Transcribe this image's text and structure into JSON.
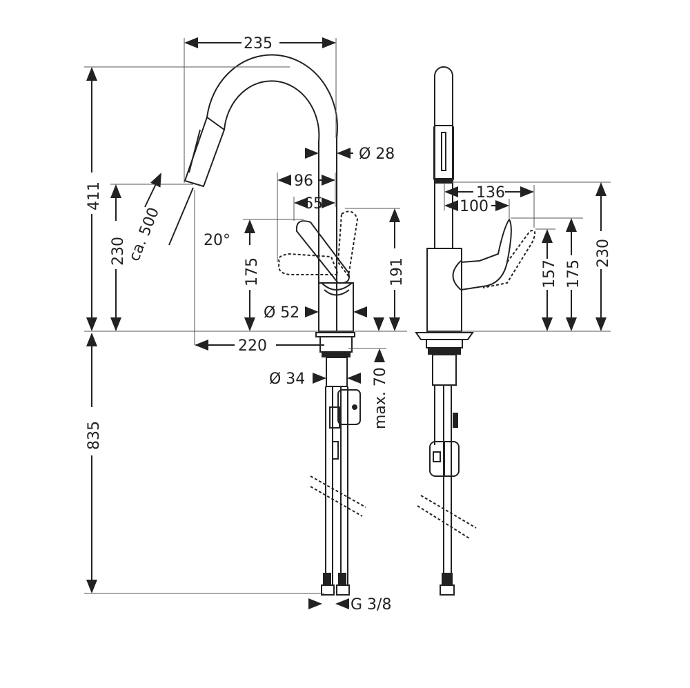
{
  "drawing": {
    "subject": "Pull-out kitchen faucet technical dimension drawing",
    "front_view": {
      "dimensions": {
        "spout_reach": "235",
        "total_height": "411",
        "spout_outlet_height": "230",
        "hose_pullout": "ca. 500",
        "spray_angle": "20°",
        "spout_diameter": "Ø 28",
        "handle_reach_96": "96",
        "handle_reach_65": "65",
        "handle_height_175": "175",
        "handle_max_height": "191",
        "body_diameter": "Ø 52",
        "spout_projection": "220",
        "shank_diameter": "Ø 34",
        "max_counter_thickness": "max. 70",
        "hose_length": "835",
        "connection_thread": "G 3/8"
      }
    },
    "side_view": {
      "dimensions": {
        "handle_reach_136": "136",
        "handle_reach_100": "100",
        "handle_height_157": "157",
        "handle_height_175": "175",
        "spout_outlet_height": "230"
      }
    },
    "colors": {
      "line": "#222222",
      "background": "#ffffff"
    }
  }
}
